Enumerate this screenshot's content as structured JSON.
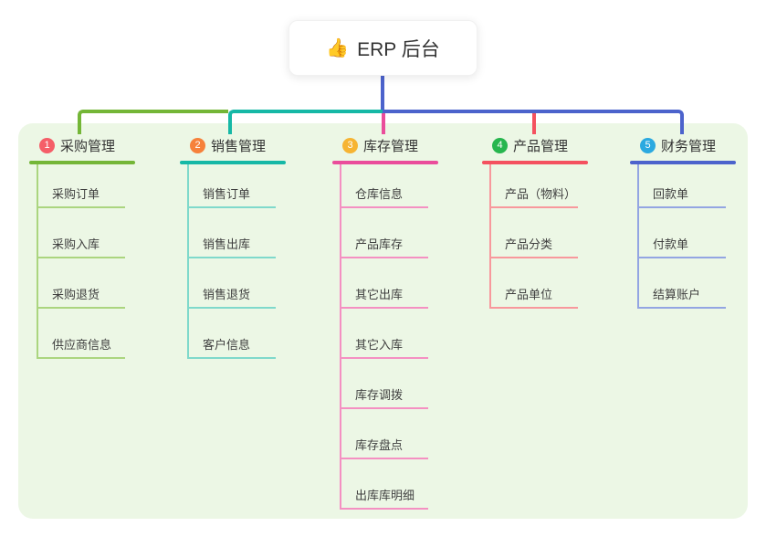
{
  "root": {
    "icon": "👍",
    "label": "ERP 后台"
  },
  "colors": {
    "panel_background": "#ecf7e5",
    "root_connector": "#4c63cc"
  },
  "branches": [
    {
      "number": "1",
      "title": "采购管理",
      "badge_color": "#f55e68",
      "line_color": "#74b637",
      "child_line_color": "#abd57f",
      "children": [
        "采购订单",
        "采购入库",
        "采购退货",
        "供应商信息"
      ]
    },
    {
      "number": "2",
      "title": "销售管理",
      "badge_color": "#f6813b",
      "line_color": "#16b8a6",
      "child_line_color": "#7fd9cb",
      "children": [
        "销售订单",
        "销售出库",
        "销售退货",
        "客户信息"
      ]
    },
    {
      "number": "3",
      "title": "库存管理",
      "badge_color": "#f6b432",
      "line_color": "#ea4d9b",
      "child_line_color": "#f490c2",
      "children": [
        "仓库信息",
        "产品库存",
        "其它出库",
        "其它入库",
        "库存调拨",
        "库存盘点",
        "出库库明细"
      ]
    },
    {
      "number": "4",
      "title": "产品管理",
      "badge_color": "#27b64e",
      "line_color": "#f4515f",
      "child_line_color": "#f8989c",
      "children": [
        "产品（物料）",
        "产品分类",
        "产品单位"
      ]
    },
    {
      "number": "5",
      "title": "财务管理",
      "badge_color": "#2ba9e0",
      "line_color": "#4c63cc",
      "child_line_color": "#93a5e2",
      "children": [
        "回款单",
        "付款单",
        "结算账户"
      ]
    }
  ]
}
